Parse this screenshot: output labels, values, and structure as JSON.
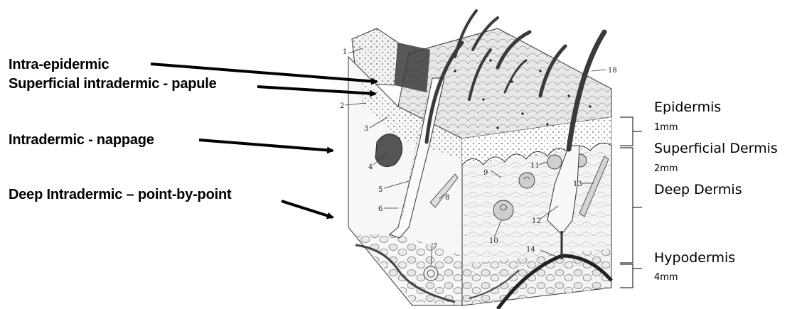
{
  "injection_labels": [
    {
      "id": "intra-epidermic",
      "text": "Intra-epidermic"
    },
    {
      "id": "superficial-intradermic",
      "text": "Superficial intradermic - papule"
    },
    {
      "id": "intradermic-nappage",
      "text": "Intradermic - nappage"
    },
    {
      "id": "deep-intradermic",
      "text": "Deep Intradermic – point-by-point"
    }
  ],
  "layers": [
    {
      "id": "epidermis",
      "name": "Epidermis",
      "thickness": "1mm"
    },
    {
      "id": "superficial-dermis",
      "name": "Superficial Dermis",
      "thickness": "2mm"
    },
    {
      "id": "deep-dermis",
      "name": "Deep Dermis",
      "thickness": ""
    },
    {
      "id": "hypodermis",
      "name": "Hypodermis",
      "thickness": "4mm"
    }
  ],
  "structure_numbers": [
    "1",
    "2",
    "3",
    "4",
    "5",
    "6",
    "7",
    "8",
    "9",
    "10",
    "11",
    "12",
    "13",
    "14",
    "18"
  ],
  "colors": {
    "ink": "#000000",
    "sketch": "#3a3a3a",
    "shade": "#d9d9d9",
    "background": "#ffffff"
  }
}
